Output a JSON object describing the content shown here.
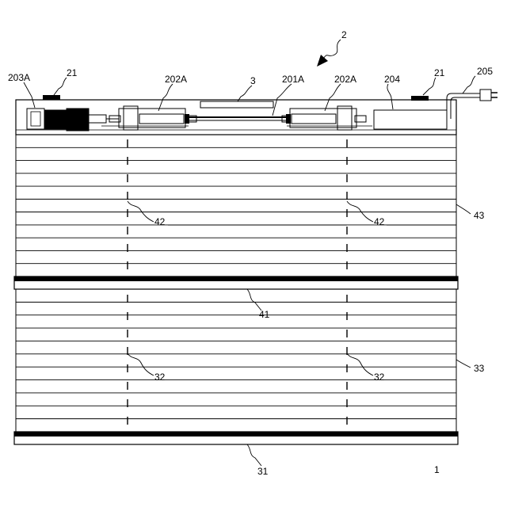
{
  "labels": {
    "assembly": "2",
    "motor": "203A",
    "mount_left": "21",
    "rod_left": "202A",
    "sensor": "3",
    "shaft": "201A",
    "rod_right": "202A",
    "control_box": "204",
    "mount_right": "21",
    "plug": "205",
    "cord_upper_left": "42",
    "cord_upper_right": "42",
    "upper_shade": "43",
    "middle_rail": "41",
    "cord_lower_left": "32",
    "cord_lower_right": "32",
    "lower_shade": "33",
    "bottom_rail": "31",
    "sheet_number": "1"
  },
  "colors": {
    "line": "#000000",
    "background": "#ffffff"
  }
}
